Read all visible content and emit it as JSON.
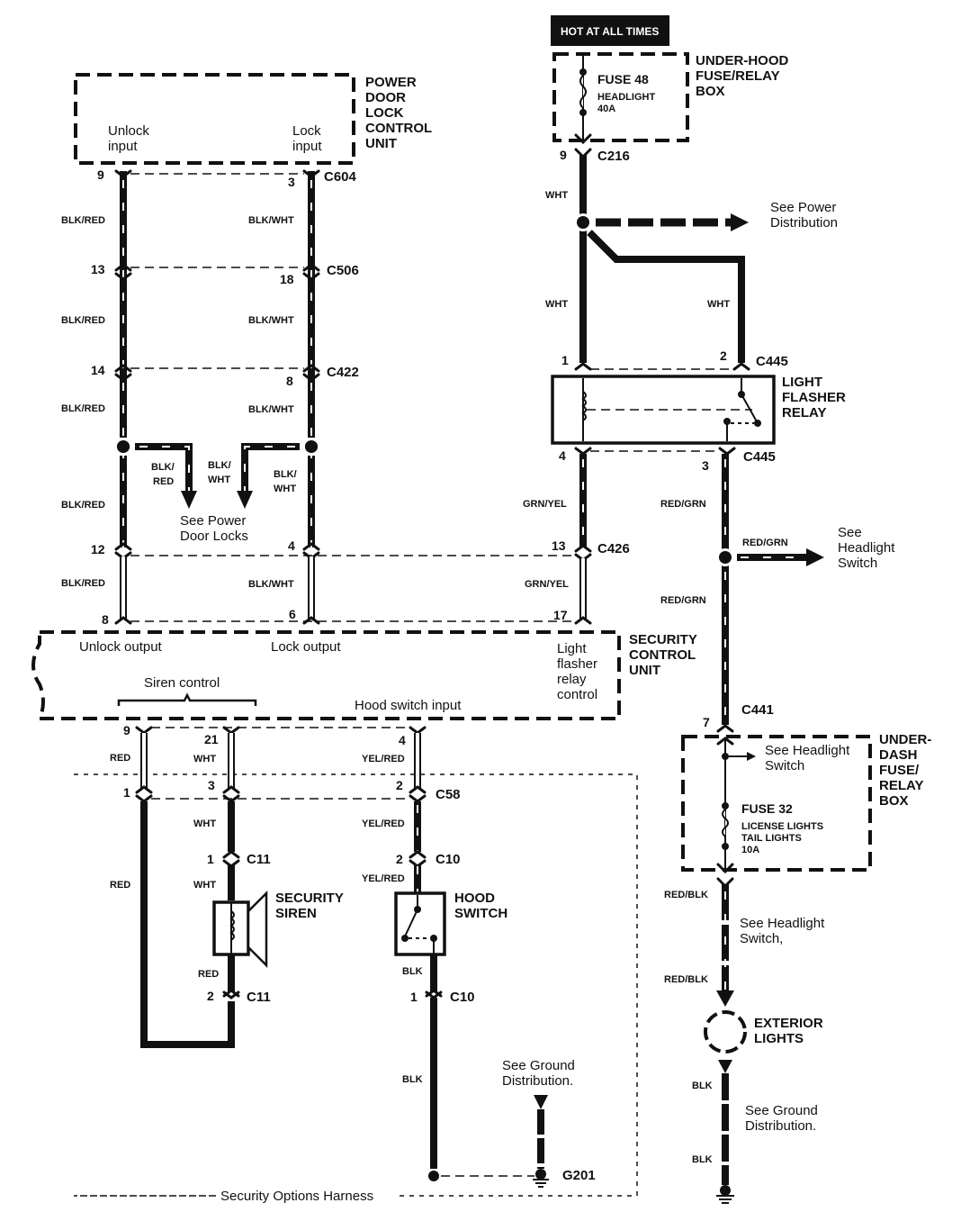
{
  "diagram": {
    "hot_badge": "HOT AT ALL TIMES",
    "components": {
      "power_door_lock_unit": {
        "lines": [
          "POWER",
          "DOOR",
          "LOCK",
          "CONTROL",
          "UNIT"
        ],
        "unlock_input": [
          "Unlock",
          "input"
        ],
        "lock_input": [
          "Lock",
          "input"
        ]
      },
      "under_hood_box": {
        "lines": [
          "UNDER-HOOD",
          "FUSE/RELAY",
          "BOX"
        ],
        "fuse_name": "FUSE 48",
        "fuse_desc": [
          "HEADLIGHT",
          "40A"
        ]
      },
      "light_flasher_relay": {
        "lines": [
          "LIGHT",
          "FLASHER",
          "RELAY"
        ]
      },
      "security_control_unit": {
        "lines": [
          "SECURITY",
          "CONTROL",
          "UNIT"
        ],
        "unlock_output": "Unlock output",
        "lock_output": "Lock output",
        "siren_control": "Siren control",
        "hood_switch_input": "Hood switch input",
        "light_flasher_control": [
          "Light",
          "flasher",
          "relay",
          "control"
        ]
      },
      "under_dash_box": {
        "lines": [
          "UNDER-",
          "DASH",
          "FUSE/",
          "RELAY",
          "BOX"
        ],
        "fuse_name": "FUSE 32",
        "fuse_desc": [
          "LICENSE LIGHTS",
          "TAIL LIGHTS",
          "10A"
        ],
        "note": [
          "See Headlight",
          "Switch"
        ]
      },
      "security_siren": {
        "lines": [
          "SECURITY",
          "SIREN"
        ]
      },
      "hood_switch": {
        "lines": [
          "HOOD",
          "SWITCH"
        ]
      },
      "exterior_lights": {
        "lines": [
          "EXTERIOR",
          "LIGHTS"
        ]
      },
      "harness": {
        "label": "Security Options Harness"
      }
    },
    "connectors": {
      "c604": "C604",
      "c506": "C506",
      "c422": "C422",
      "c426": "C426",
      "c216": "C216",
      "c445_top": "C445",
      "c445_bottom": "C445",
      "c441": "C441",
      "c58": "C58",
      "c11_top": "C11",
      "c11_bottom": "C11",
      "c10_top": "C10",
      "c10_bottom": "C10",
      "g201": "G201"
    },
    "pins": {
      "left_c604": "9",
      "right_c604": "3",
      "left_c506": "13",
      "right_c506": "18",
      "left_c422": "14",
      "right_c422": "8",
      "left_c426": "12",
      "mid_c426": "4",
      "right_c426": "13",
      "left_scu": "8",
      "mid_scu": "6",
      "right_scu": "17",
      "c216": "9",
      "c445_1": "1",
      "c445_2": "2",
      "c445_4": "4",
      "c445_3": "3",
      "c441": "7",
      "scu_siren_a": "9",
      "scu_siren_b": "21",
      "scu_hood": "4",
      "c58_1": "1",
      "c58_3": "3",
      "c58_2": "2",
      "c11_1": "1",
      "c11_2": "2",
      "c10_2": "2",
      "c10_1": "1"
    },
    "wire_colors": {
      "blk_red": "BLK/RED",
      "blk_wht": "BLK/WHT",
      "blk_red_split": [
        "BLK/",
        "RED"
      ],
      "blk_wht_split": [
        "BLK/",
        "WHT"
      ],
      "wht": "WHT",
      "grn_yel": "GRN/YEL",
      "red_grn": "RED/GRN",
      "red": "RED",
      "yel_red": "YEL/RED",
      "blk": "BLK",
      "red_blk": "RED/BLK"
    },
    "notes": {
      "see_power_distribution": [
        "See Power",
        "Distribution"
      ],
      "see_power_door_locks": [
        "See Power",
        "Door Locks"
      ],
      "see_headlight_switch": [
        "See",
        "Headlight",
        "Switch"
      ],
      "see_headlight_switch_2": [
        "See Headlight",
        "Switch,"
      ],
      "see_ground_distribution": [
        "See Ground",
        "Distribution."
      ],
      "see_ground_distribution_2": [
        "See Ground",
        "Distribution."
      ]
    }
  }
}
